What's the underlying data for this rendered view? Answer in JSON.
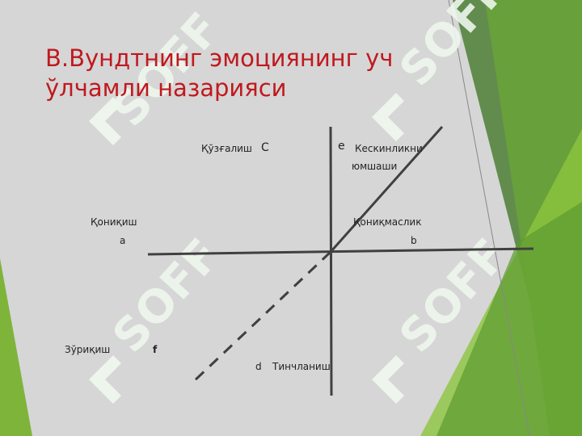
{
  "slide": {
    "title_line1": "В.Вундтнинг эмоциянинг уч",
    "title_line2": "ўлчамли назарияси",
    "labels": {
      "kuzgalish": "Қўзғалиш",
      "c": "С",
      "e": "е",
      "keskinlikni": "Кескинликни",
      "yumshashi": "юмшаши",
      "qoniqish": "Қониқиш",
      "a": "а",
      "qoniqmaslik": "Қониқмаслик",
      "b": "b",
      "zuriqish": "Зўриқиш",
      "f": "f",
      "d": "d",
      "tinchlanish": "Тинчланиш"
    },
    "watermark": "SOFF",
    "colors": {
      "background": "#d6d6d6",
      "title": "#c0191e",
      "axis": "#404040",
      "green_dark": "#4d8f2a",
      "green_light": "#8cc63f",
      "watermark": "#eef7ee"
    }
  }
}
